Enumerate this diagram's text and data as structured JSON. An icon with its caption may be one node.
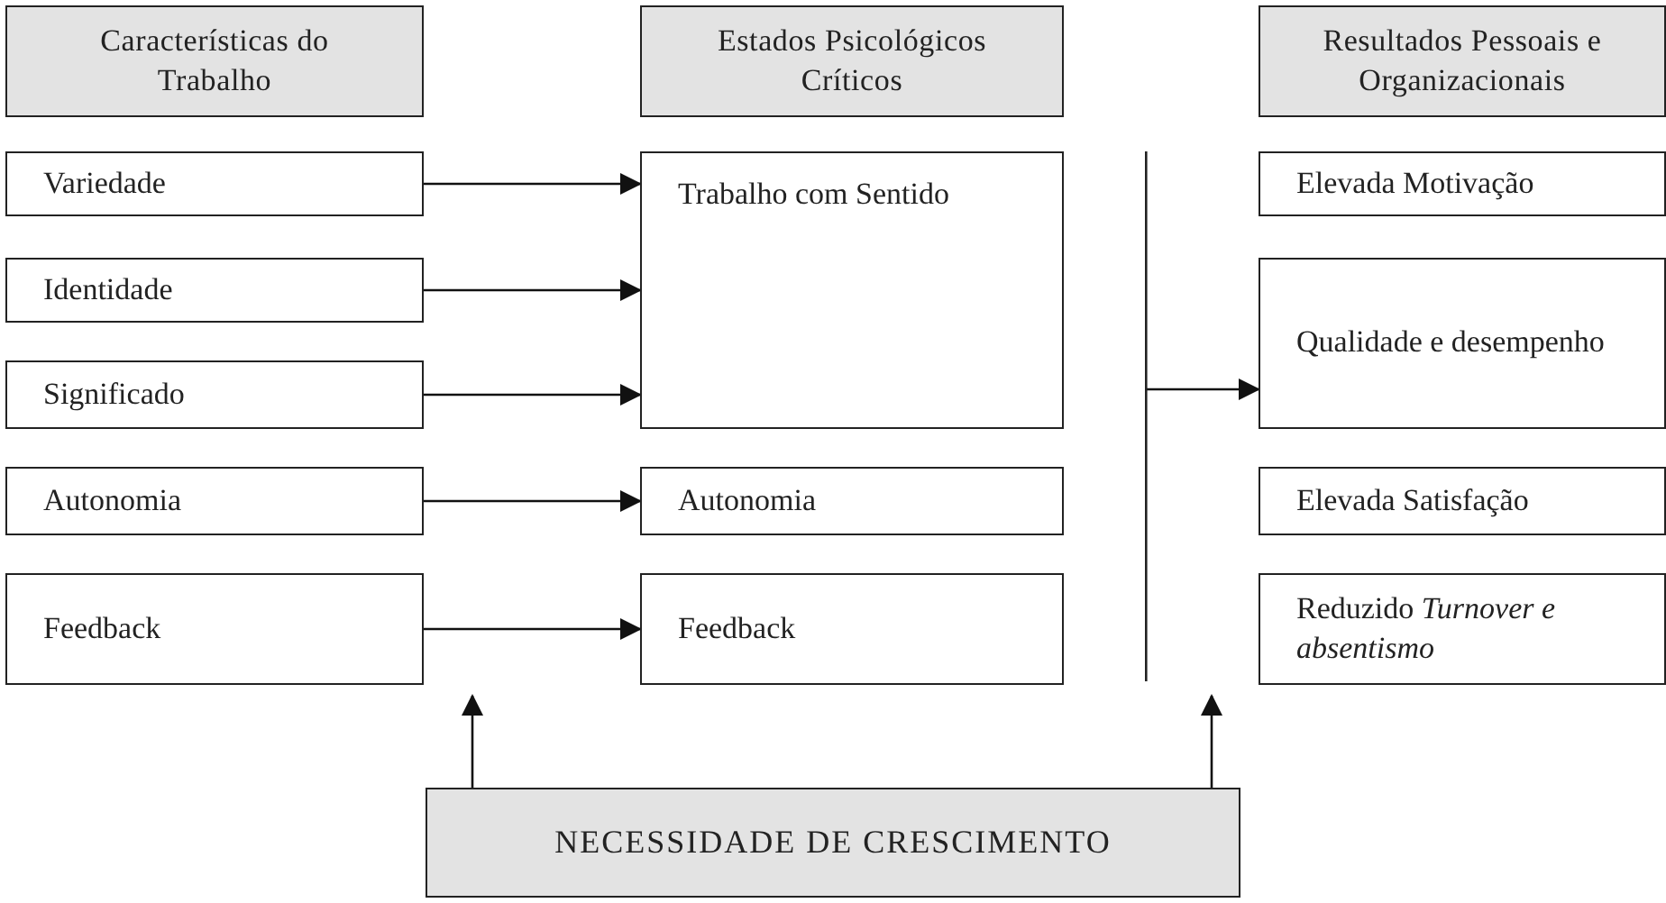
{
  "diagram": {
    "nodes": [
      {
        "text": [
          "Características do Trabalho"
        ]
      },
      {
        "text": [
          "Estados Psicológicos Críticos"
        ]
      },
      {
        "text": [
          "Resultados Pessoais e Organizacionais"
        ]
      },
      {
        "text": [
          "Variedade"
        ]
      },
      {
        "text": [
          "Identidade"
        ]
      },
      {
        "text": [
          "Significado"
        ]
      },
      {
        "text": [
          "Autonomia"
        ]
      },
      {
        "text": [
          "Feedback"
        ]
      },
      {
        "text": [
          "Trabalho com Sentido"
        ]
      },
      {
        "text": [
          "Autonomia"
        ]
      },
      {
        "text": [
          "Feedback"
        ]
      },
      {
        "text": [],
        "shape": "bar"
      },
      {
        "text": [
          "Elevada Motivação"
        ]
      },
      {
        "text": [
          "Qualidade e desempenho"
        ]
      },
      {
        "text": [
          "Elevada Satisfação"
        ]
      },
      {
        "text": [
          "Reduzido *Turnover e absentismo*"
        ]
      },
      {
        "text": [
          "NECESSIDADE DE CRESCIMENTO"
        ]
      }
    ],
    "edges": [
      {
        "from": 3,
        "to": 8,
        "arrow": "to"
      },
      {
        "from": 4,
        "to": 8,
        "arrow": "to"
      },
      {
        "from": 5,
        "to": 8,
        "arrow": "to"
      },
      {
        "from": 6,
        "to": 9,
        "arrow": "to"
      },
      {
        "from": 7,
        "to": 10,
        "arrow": "to"
      },
      {
        "from": 11,
        "to": 13,
        "arrow": "to"
      },
      {
        "from": 16,
        "to": null,
        "arrow": "to"
      },
      {
        "from": 16,
        "to": null,
        "arrow": "to"
      }
    ]
  }
}
